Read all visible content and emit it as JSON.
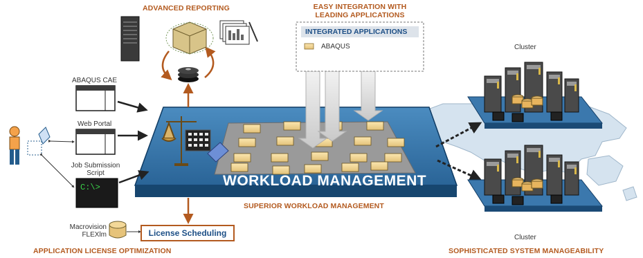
{
  "headings": {
    "advanced_reporting": "ADVANCED REPORTING",
    "easy_integration_line1": "EASY INTEGRATION WITH",
    "easy_integration_line2": "LEADING APPLICATIONS",
    "superior_workload": "SUPERIOR WORKLOAD MANAGEMENT",
    "license_optimization": "APPLICATION LICENSE OPTIMIZATION",
    "system_manageability": "SOPHISTICATED SYSTEM MANAGEABILITY"
  },
  "integrated_apps": {
    "title": "INTEGRATED APPLICATIONS",
    "items": [
      "ABAQUS"
    ]
  },
  "clients": {
    "abaqus_cae": "ABAQUS CAE",
    "web_portal": "Web Portal",
    "job_submission_line1": "Job Submission",
    "job_submission_line2": "Script",
    "terminal_prompt": "C:\\>"
  },
  "workload_banner": "WORKLOAD MANAGEMENT",
  "license": {
    "source_line1": "Macrovision",
    "source_line2": "FLEXlm",
    "scheduling": "License Scheduling"
  },
  "clusters": {
    "top_label": "Cluster",
    "bottom_label": "Cluster"
  },
  "colors": {
    "accent_orange": "#b35a1f",
    "platform_blue": "#2f6fa3",
    "banner_blue": "#1e5f93"
  }
}
